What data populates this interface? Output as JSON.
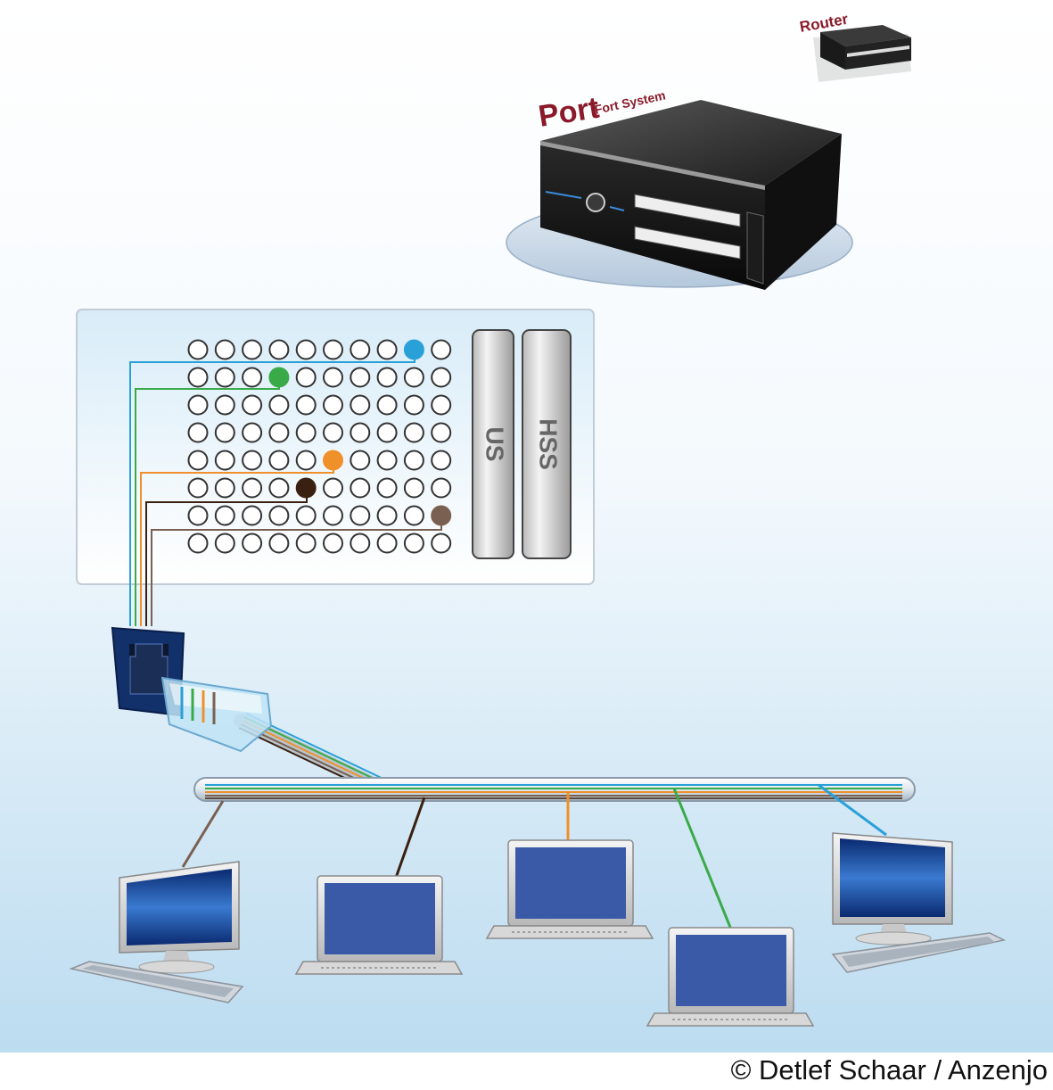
{
  "labels": {
    "router": "Router",
    "port_big": "Port",
    "port_small": "Fort System",
    "panel_left": "US",
    "panel_right": "HSS"
  },
  "credit": "© Detlef Schaar / Anzenjo",
  "colors": {
    "background_top": "#ffffff",
    "background_bottom": "#bcdcf0",
    "label_red": "#8a1a2a",
    "wire_blue": "#2aa0d8",
    "wire_green": "#3aaa48",
    "wire_orange": "#f0902a",
    "wire_darkbrown": "#3a2010",
    "wire_brown": "#7a6050",
    "screen_blue": "#3a5aa8"
  },
  "grid": {
    "rows": 8,
    "cols": 10,
    "connected_holes": [
      {
        "row": 1,
        "col": 9,
        "color": "wire_blue"
      },
      {
        "row": 2,
        "col": 4,
        "color": "wire_green"
      },
      {
        "row": 5,
        "col": 6,
        "color": "wire_orange"
      },
      {
        "row": 6,
        "col": 5,
        "color": "wire_darkbrown"
      },
      {
        "row": 7,
        "col": 10,
        "color": "wire_brown"
      }
    ]
  },
  "computers": [
    {
      "kind": "desktop",
      "cable": "wire_brown"
    },
    {
      "kind": "laptop",
      "cable": "wire_darkbrown"
    },
    {
      "kind": "laptop",
      "cable": "wire_orange"
    },
    {
      "kind": "laptop",
      "cable": "wire_green"
    },
    {
      "kind": "desktop",
      "cable": "wire_blue"
    }
  ]
}
